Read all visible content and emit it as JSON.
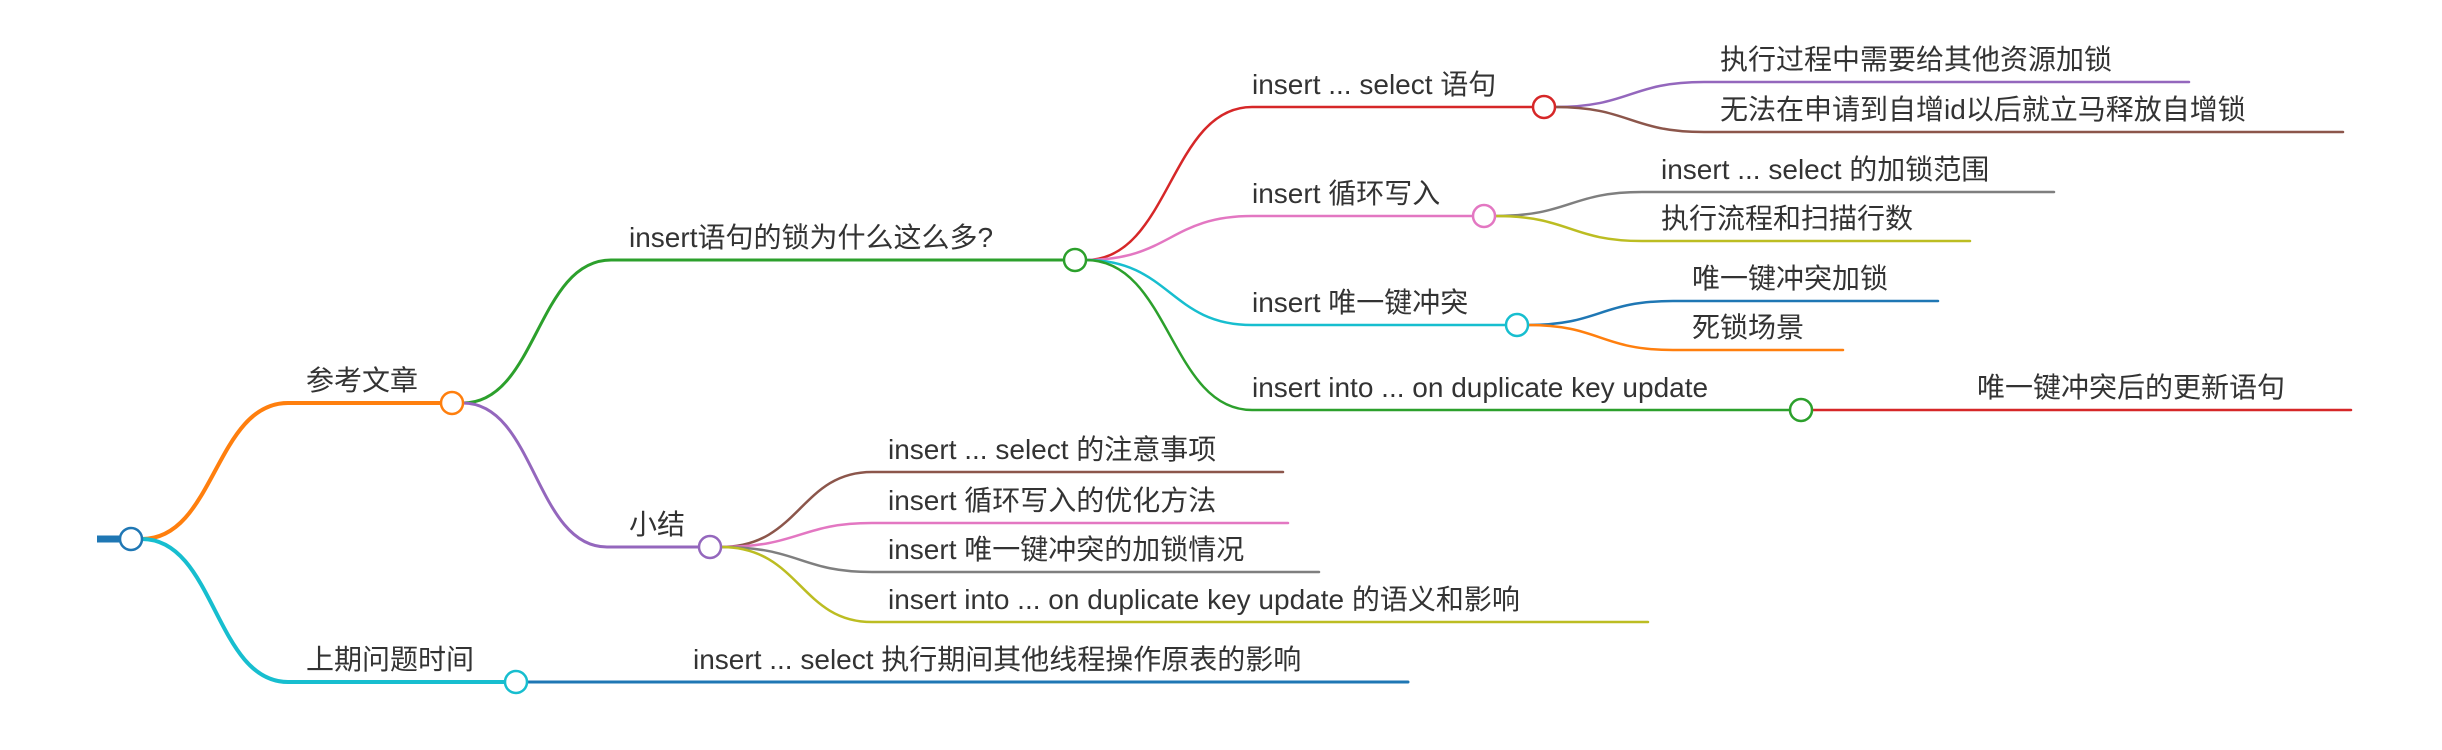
{
  "mindmap": {
    "root": {
      "label": ""
    },
    "branches": [
      {
        "label": "参考文章",
        "children": [
          {
            "label": "insert语句的锁为什么这么多?",
            "children": [
              {
                "label": "insert ... select 语句",
                "children": [
                  "执行过程中需要给其他资源加锁",
                  "无法在申请到自增id以后就立马释放自增锁"
                ]
              },
              {
                "label": "insert 循环写入",
                "children": [
                  "insert ... select 的加锁范围",
                  "执行流程和扫描行数"
                ]
              },
              {
                "label": "insert 唯一键冲突",
                "children": [
                  "唯一键冲突加锁",
                  "死锁场景"
                ]
              },
              {
                "label": "insert into ... on duplicate key update",
                "children": [
                  "唯一键冲突后的更新语句"
                ]
              }
            ]
          },
          {
            "label": "小结",
            "children": [
              "insert ... select 的注意事项",
              "insert 循环写入的优化方法",
              "insert 唯一键冲突的加锁情况",
              "insert into ... on duplicate key update 的语义和影响"
            ]
          }
        ]
      },
      {
        "label": "上期问题时间",
        "children": [
          "insert ... select 执行期间其他线程操作原表的影响"
        ]
      }
    ]
  },
  "colors": {
    "root": "#1f77b4",
    "orange": "#ff7f0e",
    "green": "#2ca02c",
    "purple": "#9467bd",
    "cyan": "#17becf",
    "red": "#d62728",
    "pink": "#e377c2",
    "brown": "#8c564b",
    "gray": "#7f7f7f",
    "olive": "#bcbd22",
    "blue": "#1f77b4"
  }
}
